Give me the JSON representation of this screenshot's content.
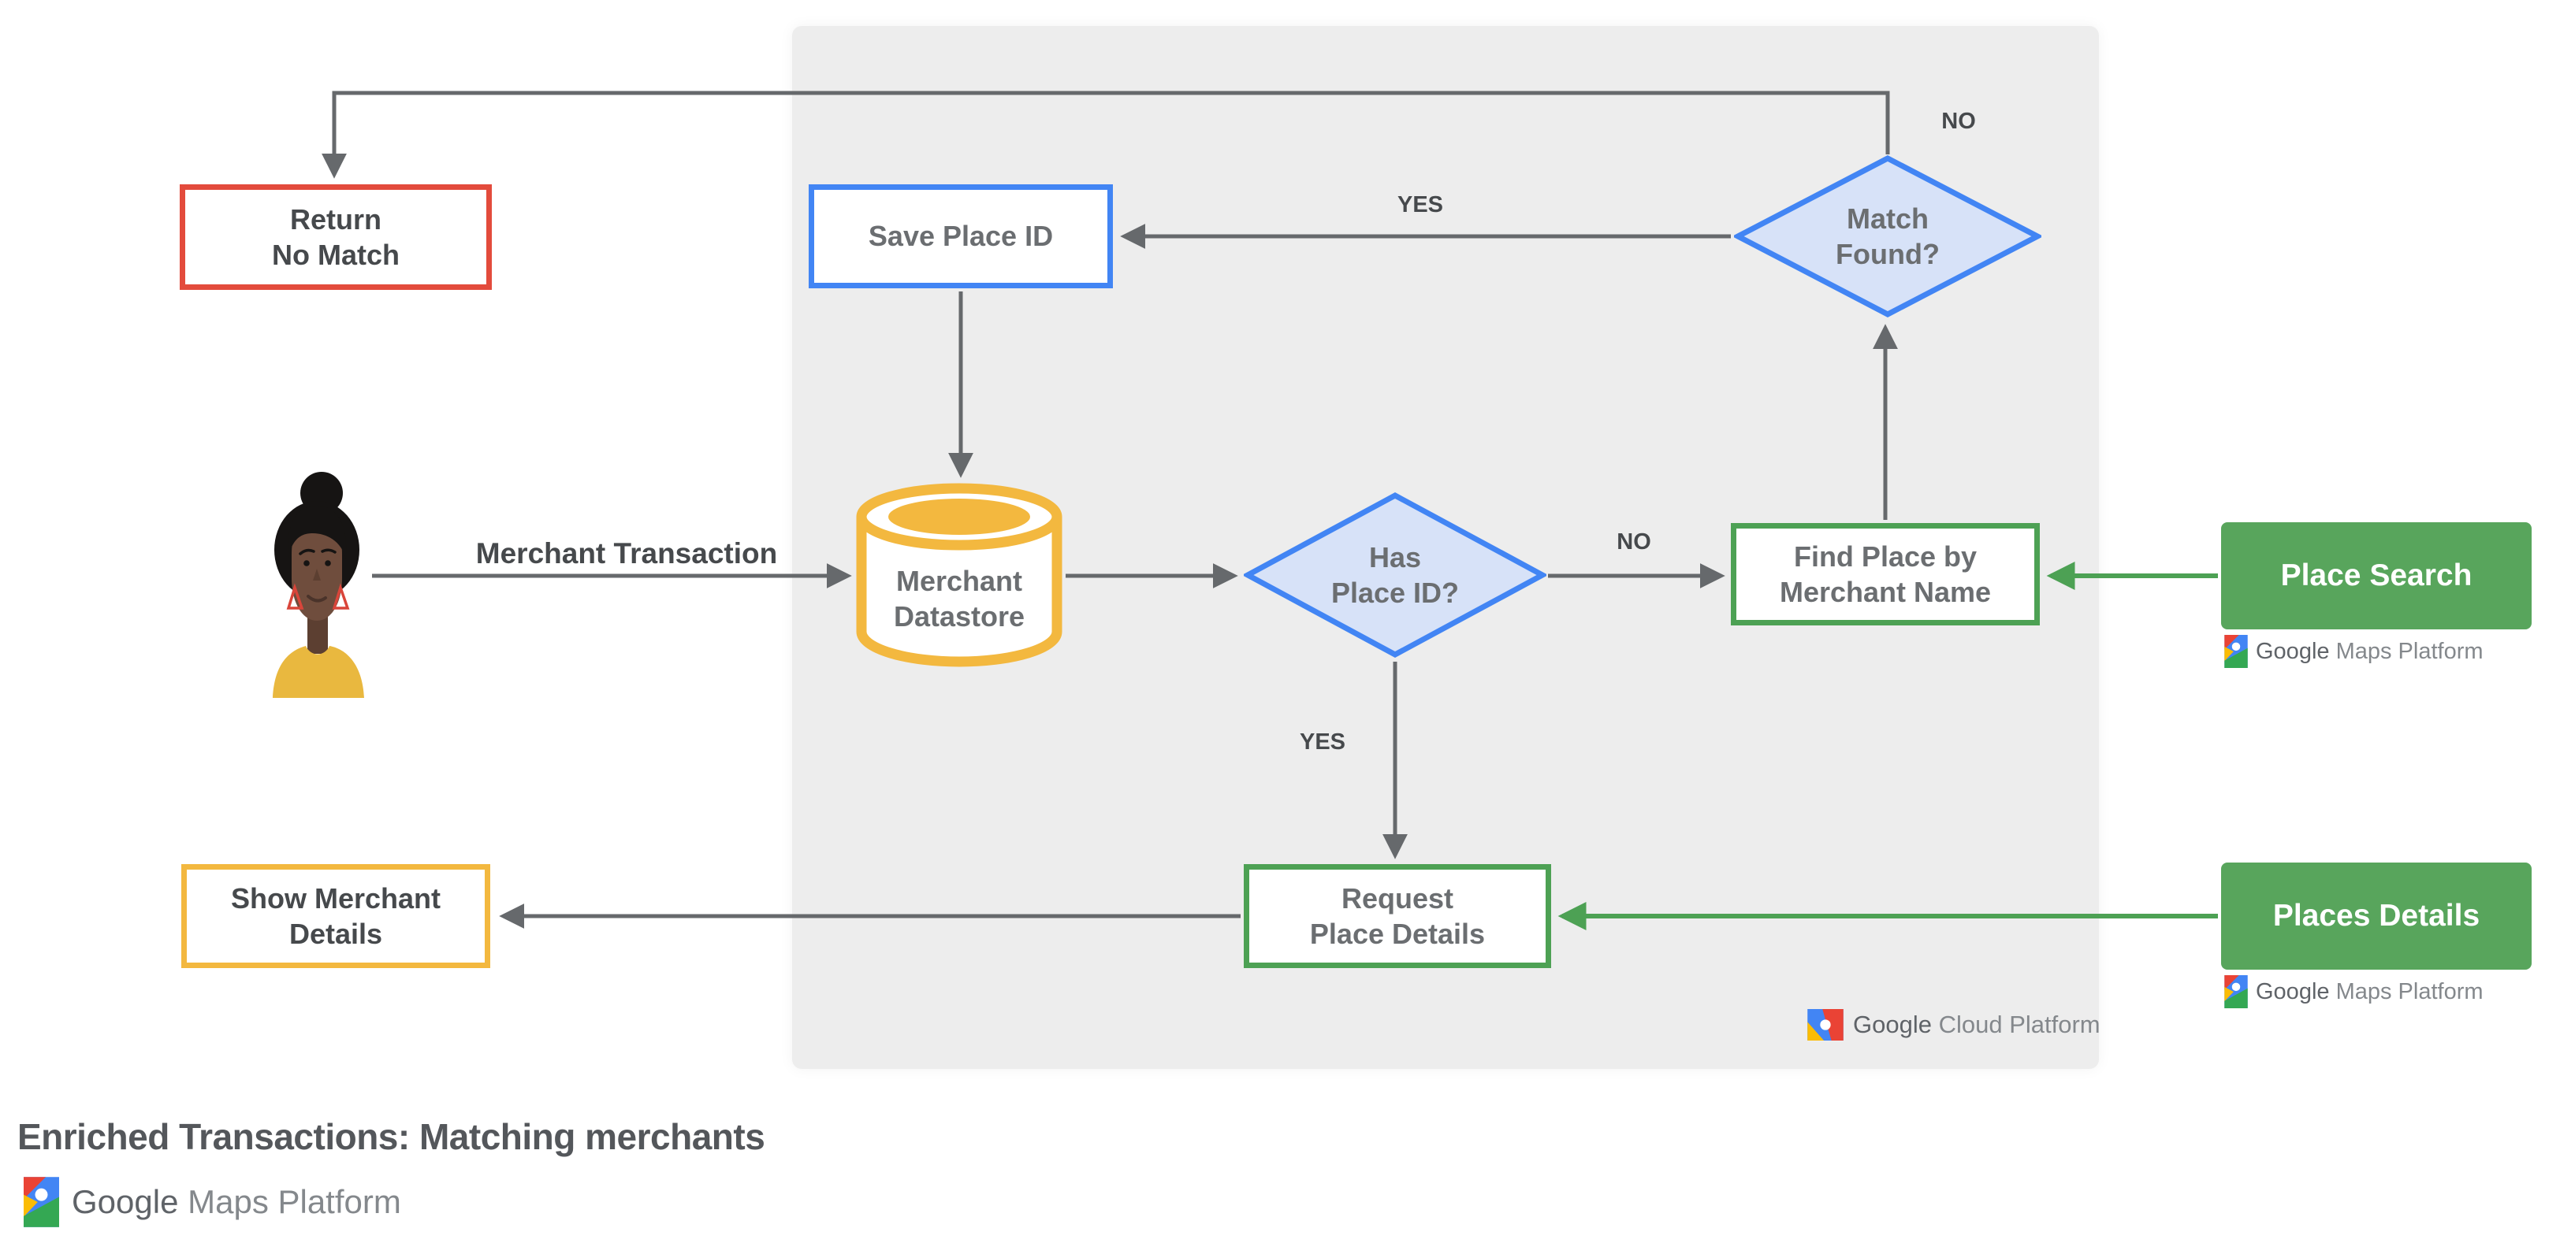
{
  "title": {
    "text": "Enriched Transactions: Matching merchants"
  },
  "nodes": {
    "return_no_match": {
      "label": "Return\nNo Match"
    },
    "save_place_id": {
      "label": "Save Place ID"
    },
    "match_found": {
      "label": "Match\nFound?"
    },
    "merchant_datastore": {
      "label": "Merchant\nDatastore"
    },
    "has_place_id": {
      "label": "Has\nPlace ID?"
    },
    "find_place_by_merchant_name": {
      "label": "Find Place by\nMerchant Name"
    },
    "place_search": {
      "label": "Place Search"
    },
    "request_place_details": {
      "label": "Request\nPlace Details"
    },
    "places_details": {
      "label": "Places Details"
    },
    "show_merchant_details": {
      "label": "Show Merchant\nDetails"
    }
  },
  "edge_labels": {
    "merchant_transaction": "Merchant Transaction",
    "match_found_no": "NO",
    "match_found_yes": "YES",
    "has_place_id_no": "NO",
    "has_place_id_yes": "YES"
  },
  "logos": {
    "maps_platform": {
      "brand": "Google",
      "product": "Maps Platform"
    },
    "cloud_platform": {
      "brand": "Google",
      "product": "Cloud Platform"
    }
  },
  "colors": {
    "red": "#E34B3C",
    "blue": "#4285F4",
    "blue_fill": "#D7E2F8",
    "yellow": "#F3B83F",
    "green": "#4DA154",
    "green_fill": "#58A55C",
    "panel_gray": "#EDEDED",
    "arrow_gray": "#66696C"
  }
}
